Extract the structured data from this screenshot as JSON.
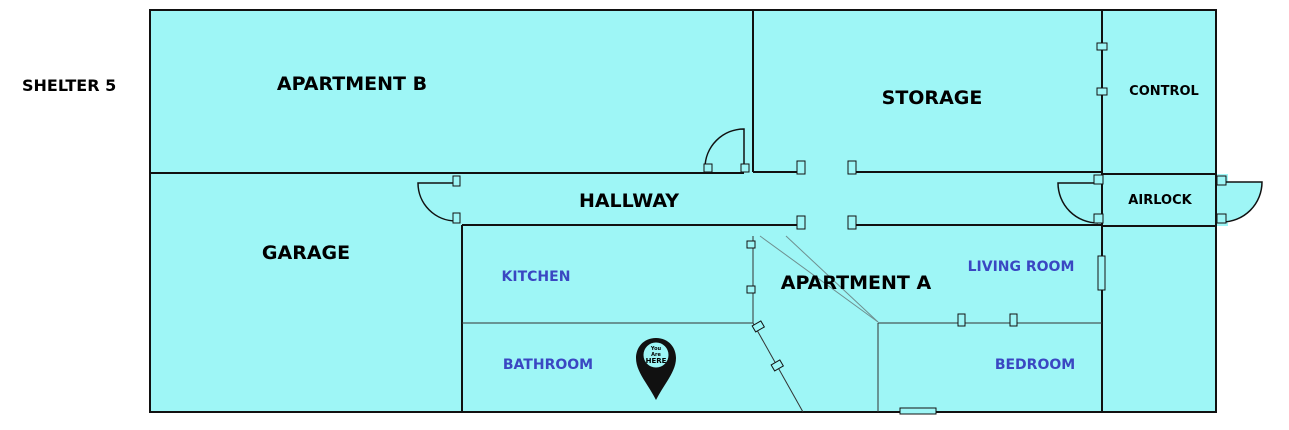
{
  "map": {
    "title": "SHELTER 5",
    "colors": {
      "floor": "#9ef6f6",
      "wall": "#111111",
      "room_label": "#000000",
      "sub_room_label": "#3a47c2",
      "marker": "#111111"
    },
    "rooms": {
      "apartment_b": "APARTMENT B",
      "storage": "STORAGE",
      "control": "CONTROL",
      "hallway": "HALLWAY",
      "airlock": "AIRLOCK",
      "garage": "GARAGE",
      "kitchen": "KITCHEN",
      "apartment_a": "APARTMENT A",
      "living_room": "LIVING ROOM",
      "bathroom": "BATHROOM",
      "bedroom": "BEDROOM"
    },
    "marker": {
      "icon": "map-pin-icon",
      "line1": "You",
      "line2": "Are",
      "line3": "HERE"
    }
  }
}
